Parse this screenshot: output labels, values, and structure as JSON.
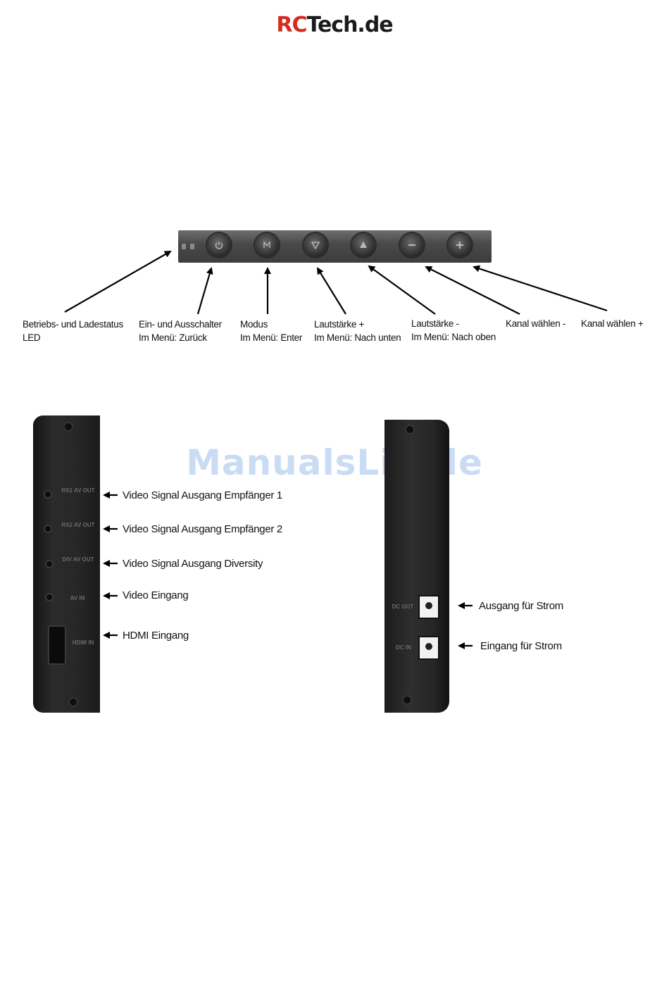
{
  "header": {
    "logo_prefix": "RC",
    "logo_suffix": "Tech.de"
  },
  "watermark": "ManualsLib.de",
  "buttons": [
    {
      "name": "power-button",
      "icon": "power-icon"
    },
    {
      "name": "mode-button",
      "icon": "mode-icon"
    },
    {
      "name": "volume-up-button",
      "icon": "triangle-down-icon"
    },
    {
      "name": "volume-down-button",
      "icon": "triangle-up-icon"
    },
    {
      "name": "channel-down-button",
      "icon": "minus-icon"
    },
    {
      "name": "channel-up-button",
      "icon": "plus-icon"
    }
  ],
  "callouts": {
    "led": {
      "line1": "Betriebs- und Ladestatus",
      "line2": "LED"
    },
    "power": {
      "line1": "Ein- und Ausschalter",
      "line2": "Im Menü: Zurück"
    },
    "mode": {
      "line1": "Modus",
      "line2": "Im Menü: Enter"
    },
    "vol_up": {
      "line1": "Lautstärke +",
      "line2": "Im Menü: Nach unten"
    },
    "vol_down": {
      "line1": "Lautstärke -",
      "line2": "Im Menü: Nach oben"
    },
    "ch_down": {
      "line1": "Kanal wählen -"
    },
    "ch_up": {
      "line1": "Kanal wählen +"
    }
  },
  "left_ports": [
    {
      "label": "Video Signal Ausgang Empfänger 1"
    },
    {
      "label": "Video Signal Ausgang Empfänger 2"
    },
    {
      "label": "Video Signal Ausgang Diversity"
    },
    {
      "label": "Video Eingang"
    },
    {
      "label": "HDMI Eingang"
    }
  ],
  "right_ports": [
    {
      "label": "Ausgang für Strom"
    },
    {
      "label": "Eingang für Strom"
    }
  ],
  "device_print": {
    "rx1": "RX1 AV OUT",
    "rx2": "RX2 AV OUT",
    "div": "DIV AV OUT",
    "avin": "AV IN",
    "hdmi": "HDMI IN",
    "dcout": "DC OUT",
    "dcin": "DC IN"
  }
}
